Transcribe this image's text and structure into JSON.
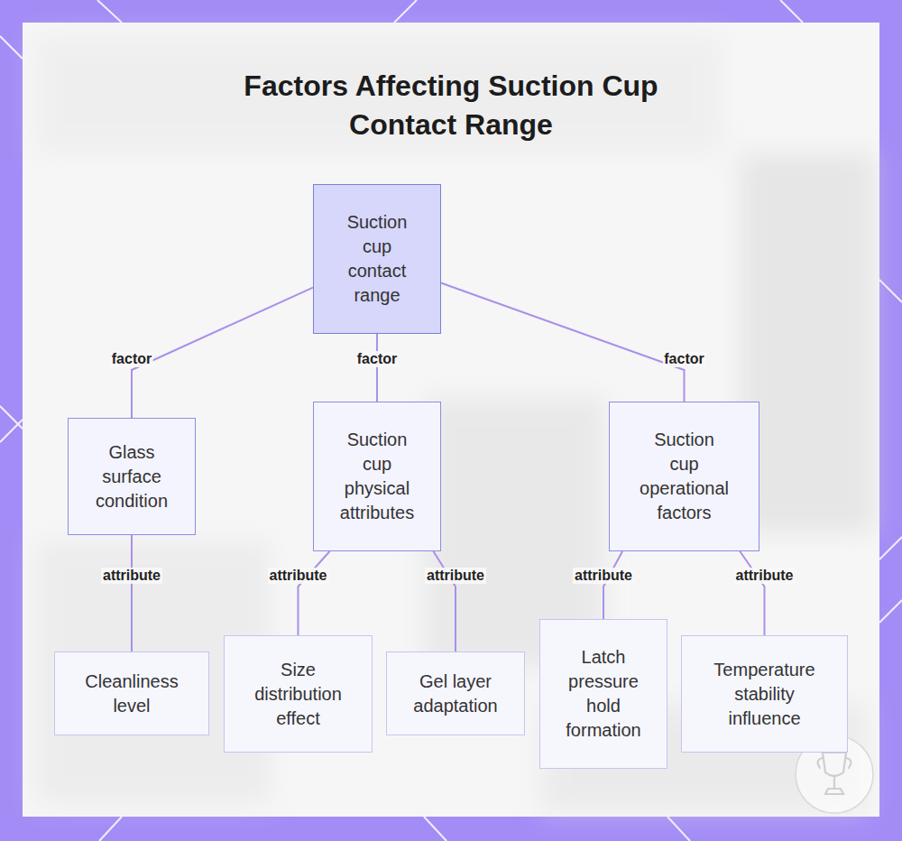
{
  "diagram": {
    "title": "Factors Affecting Suction Cup Contact Range",
    "nodes": [
      {
        "text": [
          "Suction cup contact range"
        ]
      },
      {
        "text": [
          "Glass surface condition"
        ]
      },
      {
        "text": [
          "Suction cup physical attributes"
        ]
      },
      {
        "text": [
          "Suction cup operational factors"
        ]
      },
      {
        "text": [
          "Cleanliness level"
        ]
      },
      {
        "text": [
          "Size distribution effect"
        ]
      },
      {
        "text": [
          "Gel layer adaptation"
        ]
      },
      {
        "text": [
          "Latch pressure hold formation"
        ]
      },
      {
        "text": [
          "Temperature stability influence"
        ]
      }
    ],
    "edges": [
      {
        "from": 0,
        "to": 1,
        "label": "factor",
        "arrow": "none"
      },
      {
        "from": 0,
        "to": 2,
        "label": "factor",
        "arrow": "none"
      },
      {
        "from": 0,
        "to": 3,
        "label": "factor",
        "arrow": "none"
      },
      {
        "from": 1,
        "to": 4,
        "label": "attribute",
        "arrow": "none"
      },
      {
        "from": 2,
        "to": 5,
        "label": "attribute",
        "arrow": "none"
      },
      {
        "from": 2,
        "to": 6,
        "label": "attribute",
        "arrow": "none"
      },
      {
        "from": 3,
        "to": 7,
        "label": "attribute",
        "arrow": "none"
      },
      {
        "from": 3,
        "to": 8,
        "label": "attribute",
        "arrow": "none"
      }
    ]
  }
}
